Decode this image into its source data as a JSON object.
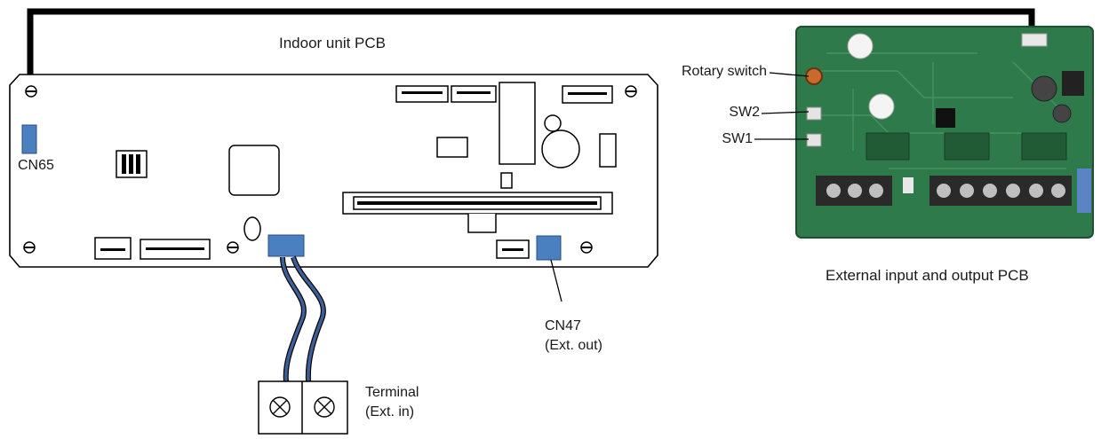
{
  "diagram": {
    "title_indoor_pcb": "Indoor unit PCB",
    "label_ext_pcb": "External input and output PCB",
    "label_cn65": "CN65",
    "label_cn47_line1": "CN47",
    "label_cn47_line2": "(Ext. out)",
    "label_terminal_line1": "Terminal",
    "label_terminal_line2": "(Ext. in)",
    "label_rotary_switch": "Rotary switch",
    "label_sw2": "SW2",
    "label_sw1": "SW1"
  },
  "colors": {
    "connector_blue": "#4a7fc0",
    "wire_blue": "#3d5f96",
    "pcb_green": "#2f7a4a",
    "outline": "#000000"
  }
}
